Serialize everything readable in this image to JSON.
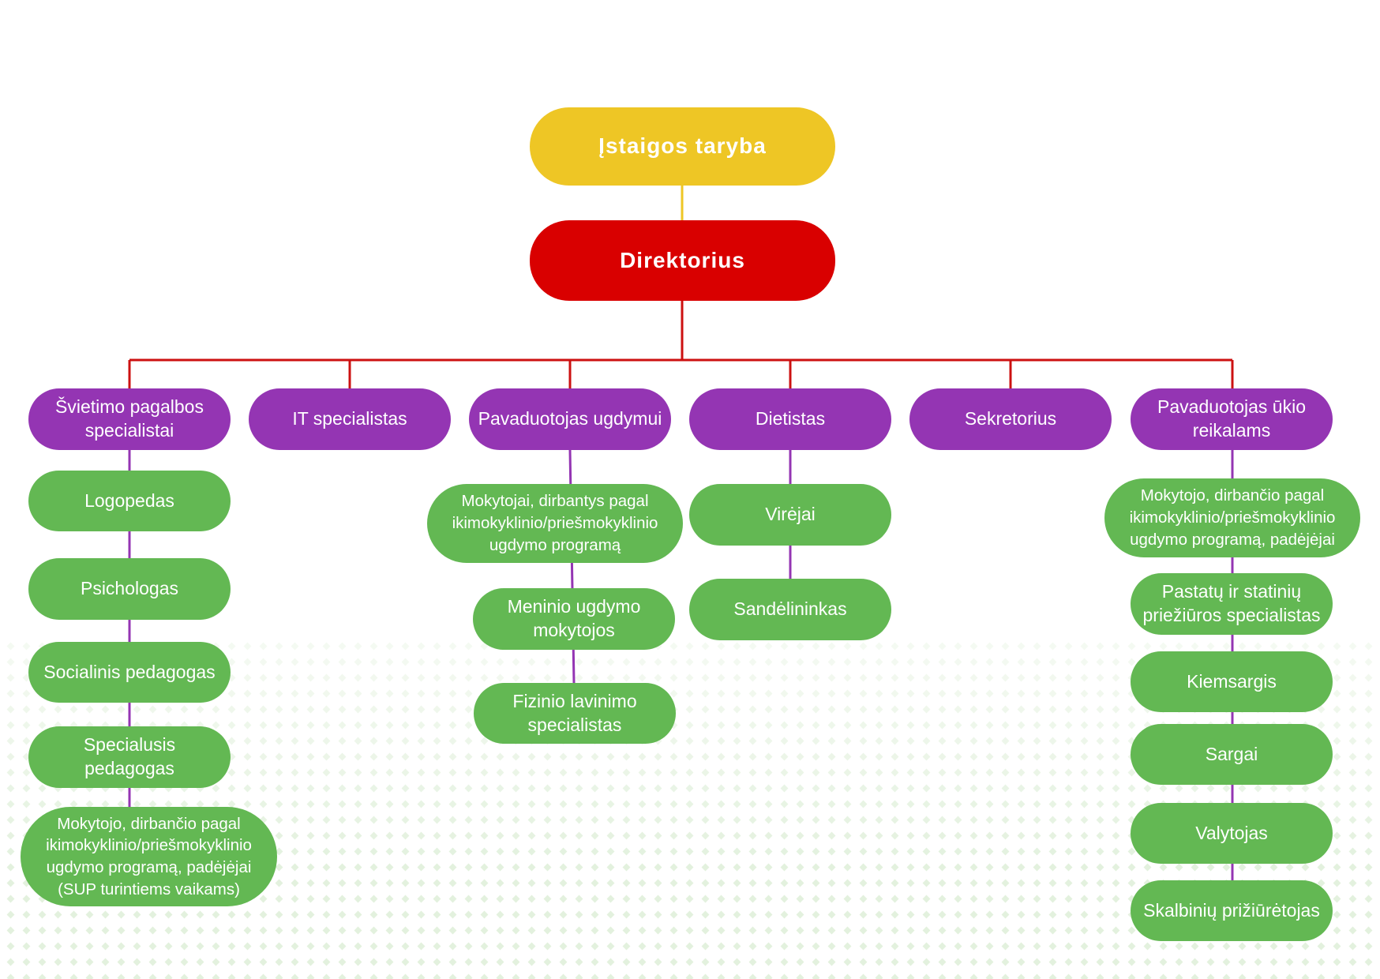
{
  "colors": {
    "council": "#EEC625",
    "director": "#D90000",
    "purple": "#9435B3",
    "green": "#63B853",
    "council_line": "#EEC625",
    "director_line": "#CC1111",
    "purple_line": "#9435B3",
    "dots": "#E3F1DE"
  },
  "council": {
    "label": "Įstaigos taryba"
  },
  "director": {
    "label": "Direktorius"
  },
  "departments": [
    {
      "label": "Švietimo pagalbos specialistai",
      "staff": [
        "Logopedas",
        "Psichologas",
        "Socialinis pedagogas",
        "Specialusis pedagogas",
        "Mokytojo, dirbančio pagal ikimokyklinio/priešmokyklinio ugdymo programą, padėjėjai (SUP turintiems vaikams)"
      ]
    },
    {
      "label": "IT specialistas",
      "staff": []
    },
    {
      "label": "Pavaduotojas ugdymui",
      "staff": [
        "Mokytojai, dirbantys pagal ikimokyklinio/priešmokyklinio ugdymo programą",
        "Meninio ugdymo mokytojos",
        "Fizinio lavinimo specialistas"
      ]
    },
    {
      "label": "Dietistas",
      "staff": [
        "Virėjai",
        "Sandėlininkas"
      ]
    },
    {
      "label": "Sekretorius",
      "staff": []
    },
    {
      "label": "Pavaduotojas ūkio reikalams",
      "staff": [
        "Mokytojo, dirbančio pagal ikimokyklinio/priešmokyklinio ugdymo programą, padėjėjai",
        "Pastatų ir statinių priežiūros specialistas",
        "Kiemsargis",
        "Sargai",
        "Valytojas",
        "Skalbinių prižiūrėtojas"
      ]
    }
  ]
}
